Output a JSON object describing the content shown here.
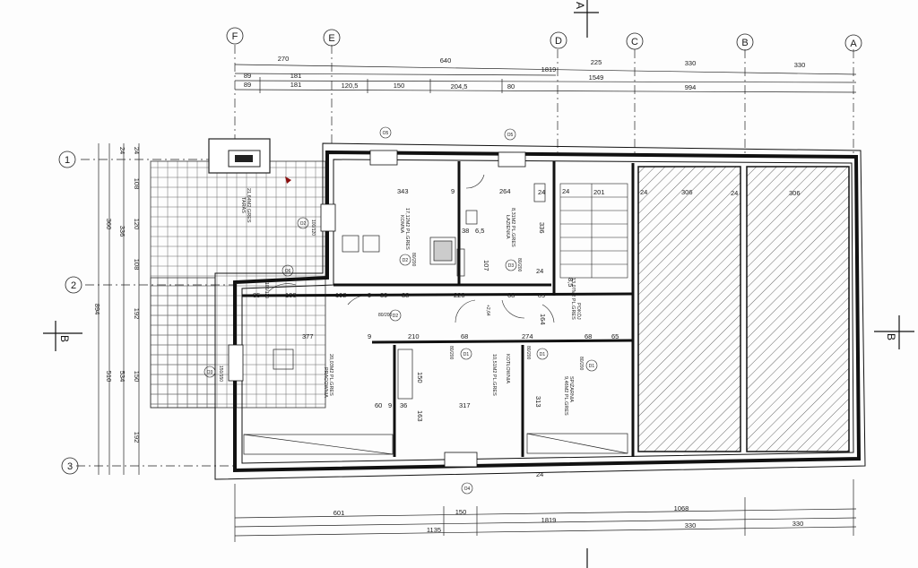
{
  "axes": {
    "letters": [
      "F",
      "E",
      "D",
      "C",
      "B",
      "A"
    ],
    "numbers": [
      "1",
      "2",
      "3"
    ]
  },
  "sections": {
    "a": "A",
    "b_left": "B",
    "b_right": "B"
  },
  "top_dims": {
    "row1": [
      "270",
      "640",
      "225",
      "330",
      "330"
    ],
    "row2": [
      "1819"
    ],
    "row3": [
      "89",
      "181",
      "1549"
    ],
    "row4": [
      "89",
      "181",
      "120,5",
      "150",
      "204,5",
      "80",
      "994"
    ]
  },
  "bottom_dims": {
    "row1": [
      "601",
      "150",
      "1068"
    ],
    "row2": [
      "1819"
    ],
    "row3": [
      "1135",
      "330",
      "330"
    ]
  },
  "left_dims": {
    "outer": [
      "894"
    ],
    "mid": [
      "360",
      "510"
    ],
    "inner": [
      "24",
      "24",
      "108",
      "336",
      "120",
      "108",
      "192",
      "534",
      "150",
      "192"
    ]
  },
  "interior_dims": [
    "343",
    "9",
    "264",
    "24",
    "201",
    "24",
    "306",
    "24",
    "306",
    "38",
    "6,5",
    "107",
    "336",
    "85",
    "100",
    "192",
    "9",
    "39",
    "88",
    "220",
    "68",
    "89",
    "164",
    "377",
    "9",
    "210",
    "68",
    "274",
    "68",
    "65",
    "150",
    "60",
    "9",
    "36",
    "163",
    "317",
    "313",
    "24",
    "24",
    "24",
    "8,5"
  ],
  "level": "+2,64",
  "window_tags": [
    "O5",
    "O5",
    "O2",
    "O6",
    "O3",
    "O4"
  ],
  "door_tags": [
    "D2",
    "D3",
    "D2",
    "D1",
    "D1",
    "D1"
  ],
  "door_sizes": [
    "80/200",
    "80/200",
    "80/200",
    "80/200",
    "80/200",
    "80/200"
  ],
  "window_sizes": [
    "100/120",
    "150/120",
    "150/150"
  ],
  "rooms": [
    {
      "name": "TARAS",
      "area": "21,64M2 GRES"
    },
    {
      "name": "KOMNA",
      "area": "17,12M2 PL.GRES"
    },
    {
      "name": "ŁAZIENKA",
      "area": "8,31M2 PL.GRES"
    },
    {
      "name": "POKÓJ",
      "area": "13,07M2 PL.GRES"
    },
    {
      "name": "PRACOWNIA",
      "area": "20,03M2 PL.GRES"
    },
    {
      "name": "KOTŁOWNIA",
      "area": "10,51M2 PL.GRES"
    },
    {
      "name": "SPIŻARNIA",
      "area": "9,46M2 PL.GRES"
    }
  ]
}
